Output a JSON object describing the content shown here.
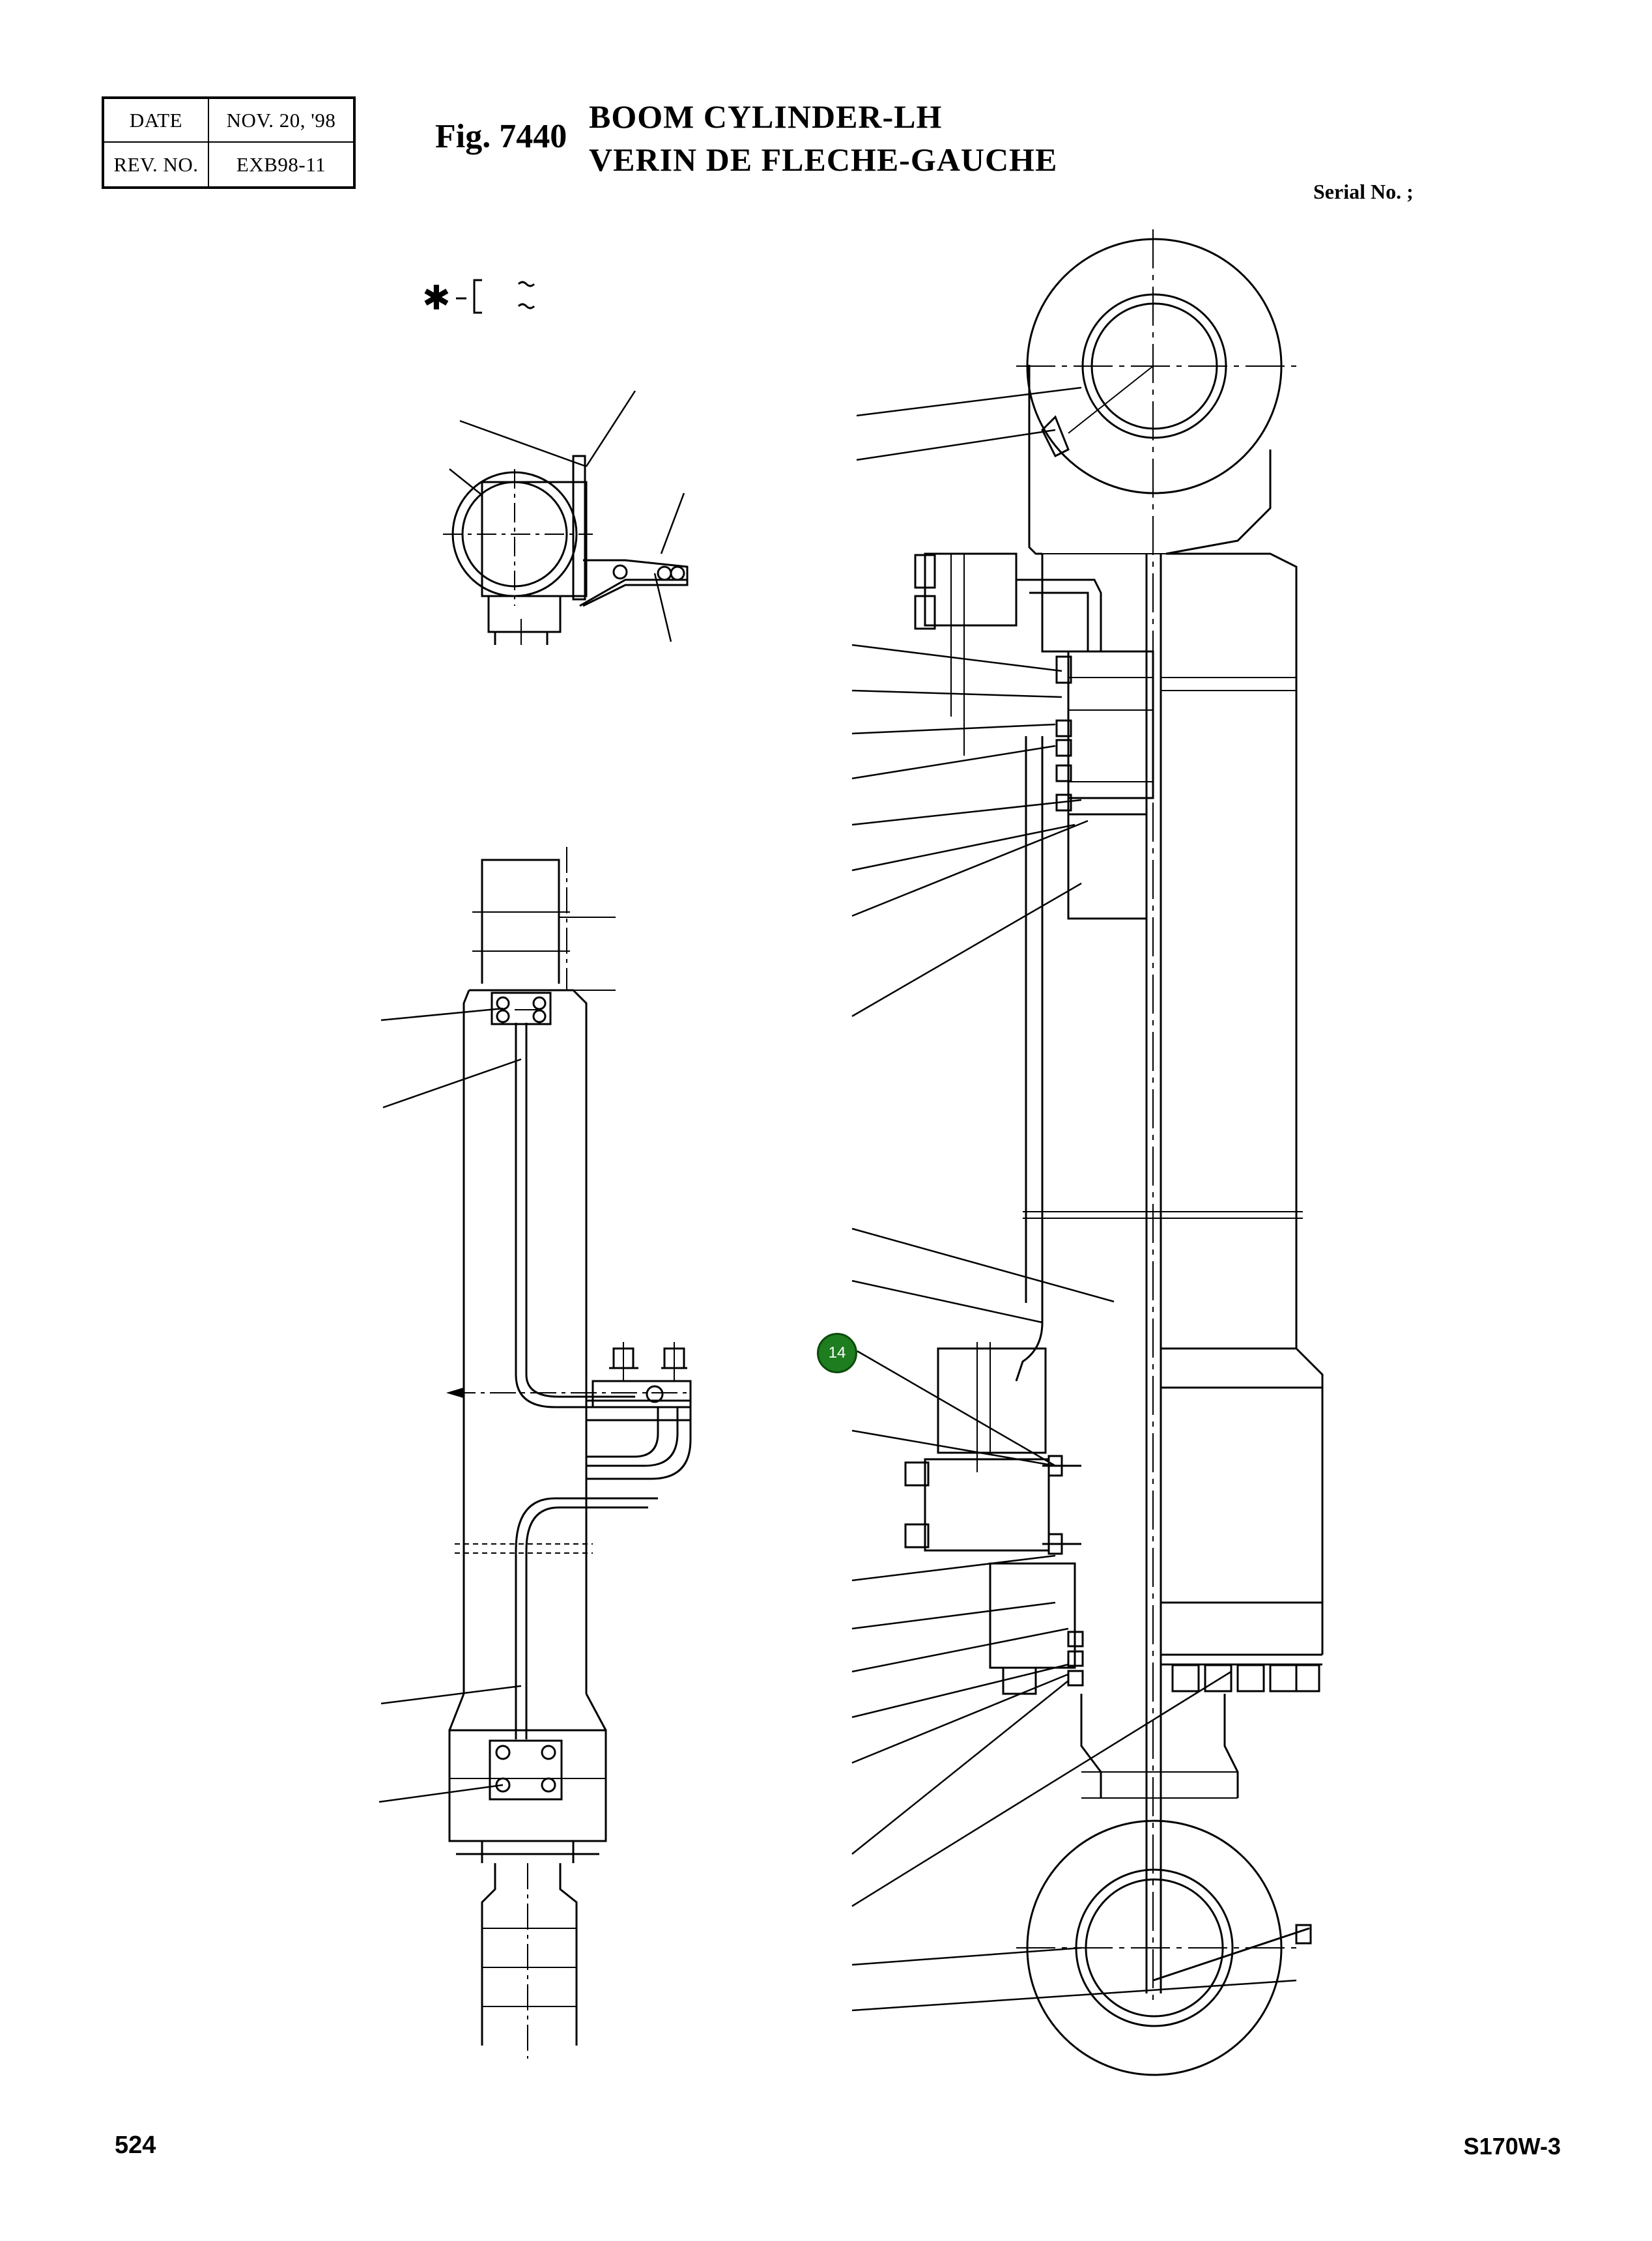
{
  "header": {
    "date_label": "DATE",
    "date_value": "NOV. 20, '98",
    "rev_label": "REV. NO.",
    "rev_value": "EXB98-11"
  },
  "figure": {
    "fig_label": "Fig. 7440",
    "title_en": "BOOM CYLINDER-LH",
    "title_fr": "VERIN DE FLECHE-GAUCHE",
    "serial_label": "Serial No. ;"
  },
  "diagram": {
    "legend_symbol": "✱",
    "callouts": [
      {
        "label": "14",
        "color": "#1e7d1e"
      }
    ]
  },
  "footer": {
    "page_number": "524",
    "model": "S170W-3"
  }
}
